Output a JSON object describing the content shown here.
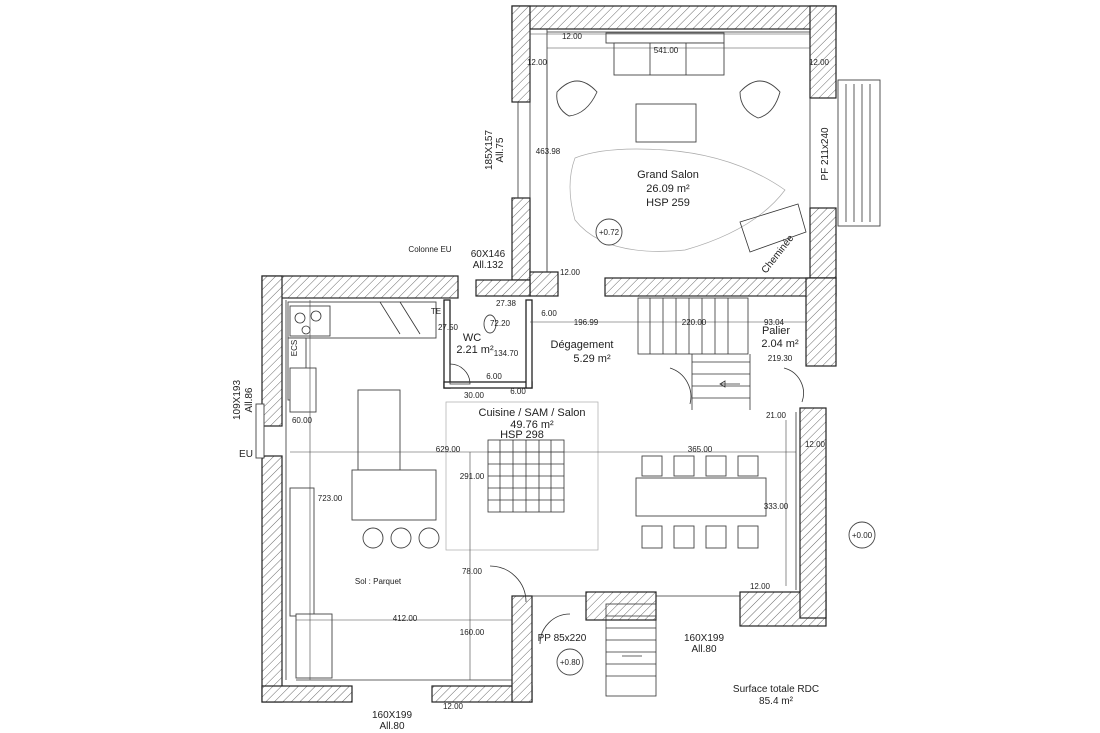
{
  "rooms": {
    "grand_salon": {
      "name": "Grand Salon",
      "area": "26.09 m²",
      "hsp": "HSP 259"
    },
    "cuisine": {
      "name": "Cuisine / SAM / Salon",
      "area": "49.76 m²",
      "hsp": "HSP 298"
    },
    "degagement": {
      "name": "Dégagement",
      "area": "5.29 m²"
    },
    "wc": {
      "name": "WC",
      "area": "2.21 m²"
    },
    "palier": {
      "name": "Palier",
      "area": "2.04 m²"
    },
    "cheminee": "Cheminée",
    "sol": "Sol : Parquet",
    "colonne": "Colonne EU",
    "te": "TE",
    "ecs": "ECS",
    "eu": "EU"
  },
  "openings": {
    "w_top_left_a": "185X157",
    "w_top_left_b": "All.75",
    "w_pf_right": "PF 211x240",
    "w_60_a": "60X146",
    "w_60_b": "All.132",
    "w_left_a": "109X193",
    "w_left_b": "All.86",
    "w_bottom_a": "160X199",
    "w_bottom_b": "All.80",
    "w_bottom2_a": "160X199",
    "w_bottom2_b": "All.80",
    "pp": "PP 85x220"
  },
  "levels": {
    "l1": "+0.72",
    "l2": "+0.00",
    "l3": "+0.80"
  },
  "dims": {
    "d541": "541.00",
    "d1200a": "12.00",
    "d1200b": "12.00",
    "d1200c": "12.00",
    "d1200d": "12.00",
    "d46398": "463.98",
    "d1200e": "12.00",
    "d2738": "27.38",
    "d2750": "27.50",
    "d7220": "72.20",
    "d600a": "6.00",
    "d19699": "196.99",
    "d22000": "220.00",
    "d9304": "93.04",
    "d21930": "219.30",
    "d13470": "134.70",
    "d600b": "6.00",
    "d600c": "6.00",
    "d3000": "30.00",
    "d2100": "21.00",
    "d6000": "60.00",
    "d62900": "629.00",
    "d36500": "365.00",
    "d1200f": "12.00",
    "d29100": "291.00",
    "d72300": "723.00",
    "d33300": "333.00",
    "d7800": "78.00",
    "d1200g": "12.00",
    "d41200": "412.00",
    "d16000": "160.00",
    "d1200h": "12.00"
  },
  "total": {
    "label": "Surface totale RDC",
    "value": "85.4 m²"
  }
}
